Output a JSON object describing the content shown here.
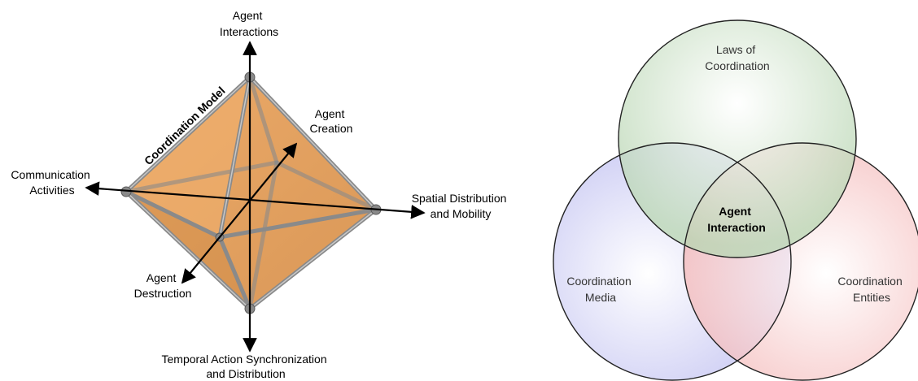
{
  "octahedron": {
    "model_label": "Coordination Model",
    "axes": {
      "top": [
        "Agent",
        "Interactions"
      ],
      "back_right": [
        "Agent",
        "Creation"
      ],
      "right": [
        "Spatial Distribution",
        "and Mobility"
      ],
      "left": [
        "Communication",
        "Activities"
      ],
      "front_left": [
        "Agent",
        "Destruction"
      ],
      "bottom": [
        "Temporal Action Synchronization",
        "and Distribution"
      ]
    },
    "colors": {
      "face": "#e8a25c",
      "frame": "#8c8c8c",
      "axis": "#000000"
    }
  },
  "venn": {
    "top": [
      "Laws of",
      "Coordination"
    ],
    "left": [
      "Coordination",
      "Media"
    ],
    "right": [
      "Coordination",
      "Entities"
    ],
    "center": [
      "Agent",
      "Interaction"
    ],
    "colors": {
      "top": "#c8dcc4",
      "left": "#c8c8f0",
      "right": "#f4c4c4",
      "outline": "#222222"
    }
  }
}
